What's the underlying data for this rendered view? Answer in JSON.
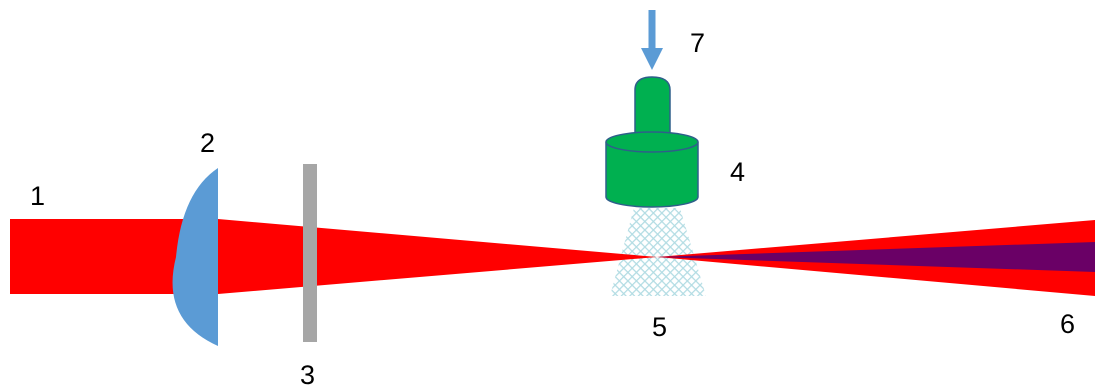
{
  "labels": {
    "incoming_beam": "1",
    "lens": "2",
    "plate": "3",
    "cylinder": "4",
    "interaction_zone": "5",
    "output_beam": "6",
    "arrow": "7"
  },
  "colors": {
    "beam": "#ff0000",
    "lens": "#5b9bd5",
    "plate": "#a6a6a6",
    "cylinder": "#00b050",
    "cylinder_stroke": "#2e5f8a",
    "arrow": "#5b9bd5",
    "spray": "#a9d8e0",
    "inner_beam": "#6a0066"
  }
}
